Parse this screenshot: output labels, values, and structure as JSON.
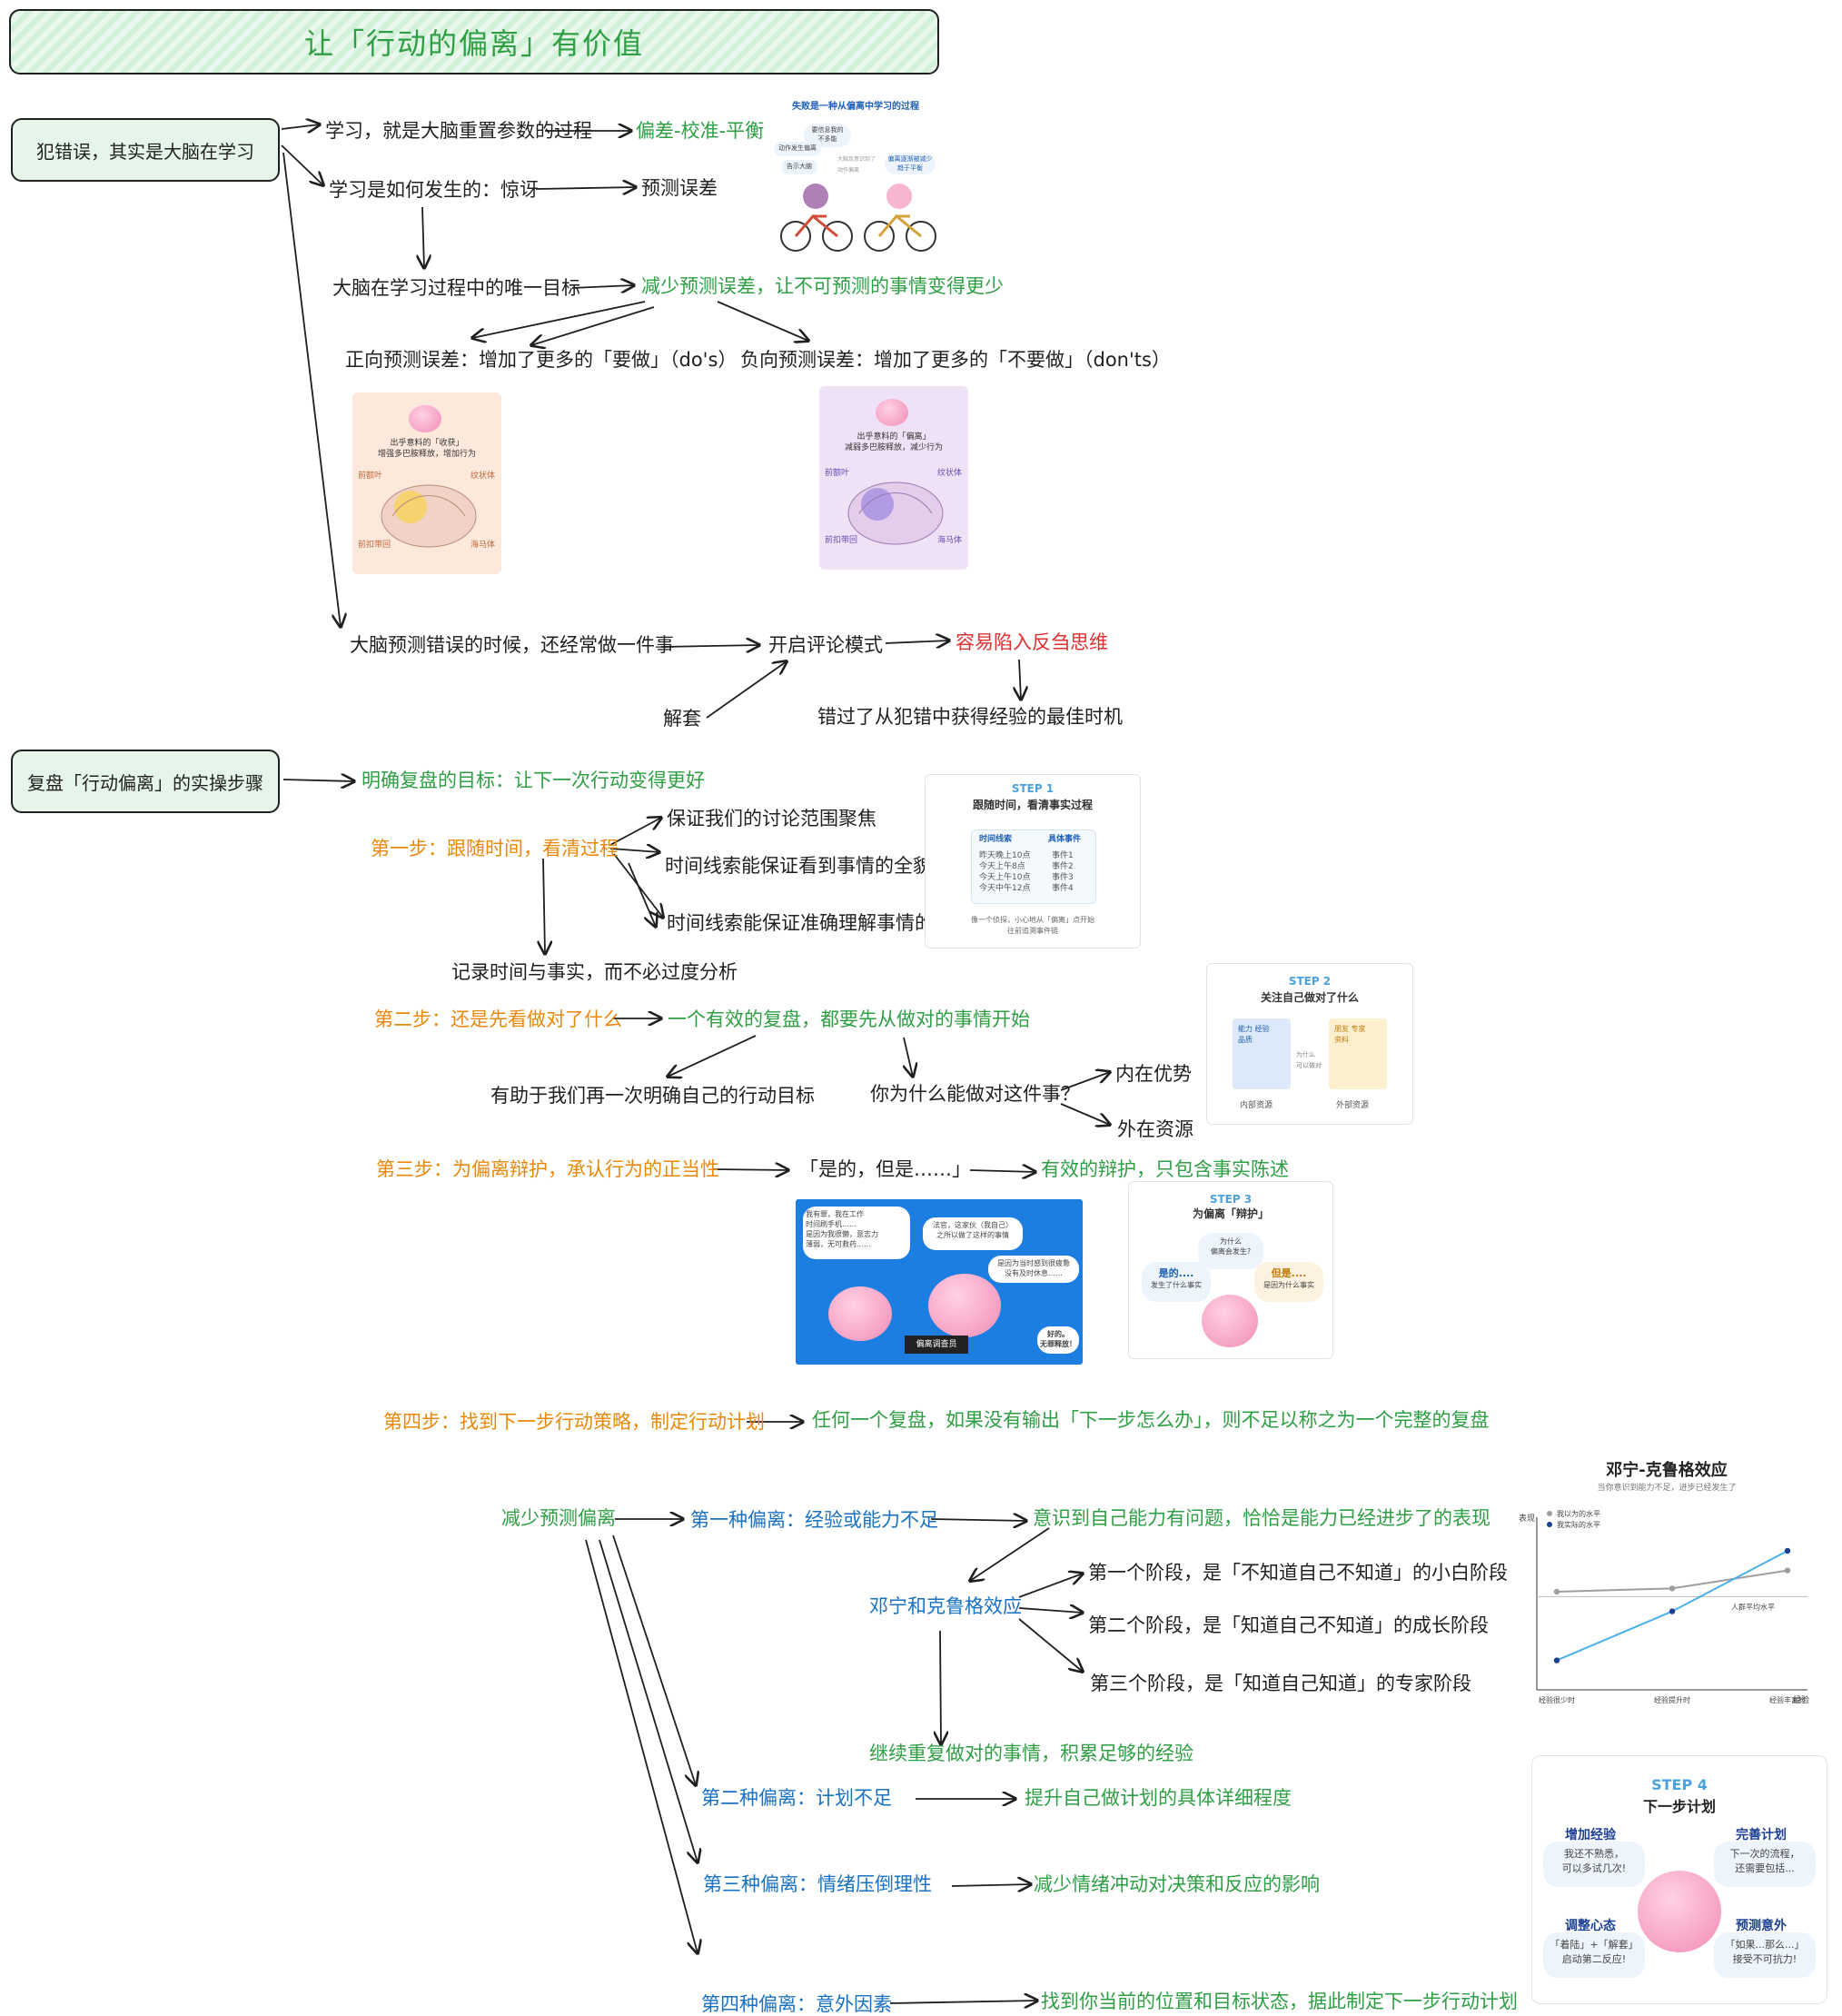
{
  "title": "让「行动的偏离」有价值",
  "section1": {
    "root": "犯错误，其实是大脑在学习",
    "learn_def": "学习，就是大脑重置参数的过程",
    "learn_def_result": "偏差-校准-平衡",
    "how_learn": "学习是如何发生的：惊讶",
    "how_learn_result": "预测误差",
    "goal": "大脑在学习过程中的唯一目标",
    "goal_result": "减少预测误差，让不可预测的事情变得更少",
    "positive": "正向预测误差：增加了更多的「要做」（do's）",
    "negative": "负向预测误差：增加了更多的「不要做」（don'ts）",
    "wrong": "大脑预测错误的时候，还经常做一件事",
    "comment_mode": "开启评论模式",
    "rumination": "容易陷入反刍思维",
    "missed": "错过了从犯错中获得经验的最佳时机",
    "jietao": "解套"
  },
  "fail_card": {
    "title": "失败是一种从偏离中学习的过程",
    "b1": "要信息我的\n不多能",
    "b2": "动作发生偏离",
    "b3": "告示大脑",
    "b4": "大脑及意识到了\n动作偏离",
    "b5": "偏离逐渐被减少\n趋于平衡"
  },
  "pos_card": {
    "head": "出乎意料的「收获」\n增强多巴胺释放，增加行为",
    "l1": "前额叶",
    "l2": "纹状体",
    "l3": "前扣带回",
    "l4": "海马体"
  },
  "neg_card": {
    "head": "出乎意料的「偏离」\n减弱多巴胺释放，减少行为",
    "l1": "前额叶",
    "l2": "纹状体",
    "l3": "前扣带回",
    "l4": "海马体"
  },
  "section2": {
    "root": "复盘「行动偏离」的实操步骤",
    "aim": "明确复盘的目标：让下一次行动变得更好",
    "step1": "第一步：跟随时间，看清过程",
    "step1_a": "保证我们的讨论范围聚焦",
    "step1_b": "时间线索能保证看到事情的全貌",
    "step1_c": "时间线索能保证准确理解事情的逻辑",
    "step1_d": "记录时间与事实，而不必过度分析",
    "step2": "第二步：还是先看做对了什么",
    "step2_a": "一个有效的复盘，都要先从做对的事情开始",
    "step2_b": "有助于我们再一次明确自己的行动目标",
    "step2_c": "你为什么能做对这件事？",
    "step2_d": "内在优势",
    "step2_e": "外在资源",
    "step3": "第三步：为偏离辩护，承认行为的正当性",
    "step3_a": "「是的，但是……」",
    "step3_b": "有效的辩护，只包含事实陈述",
    "step4": "第四步：找到下一步行动策略，制定行动计划",
    "step4_a": "任何一个复盘，如果没有输出「下一步怎么办」，则不足以称之为一个完整的复盘",
    "reduce": "减少预测偏离",
    "dev1": "第一种偏离：经验或能力不足",
    "dev1_a": "意识到自己能力有问题，恰恰是能力已经进步了的表现",
    "dk": "邓宁和克鲁格效应",
    "dk_1": "第一个阶段，是「不知道自己不知道」的小白阶段",
    "dk_2": "第二个阶段，是「知道自己不知道」的成长阶段",
    "dk_3": "第三个阶段，是「知道自己知道」的专家阶段",
    "dk_next": "继续重复做对的事情，积累足够的经验",
    "dev2": "第二种偏离：计划不足",
    "dev2_a": "提升自己做计划的具体详细程度",
    "dev3": "第三种偏离：情绪压倒理性",
    "dev3_a": "减少情绪冲动对决策和反应的影响",
    "dev4": "第四种偏离：意外因素",
    "dev4_a": "找到你当前的位置和目标状态，据此制定下一步行动计划"
  },
  "step1_card": {
    "step": "STEP 1",
    "title": "跟随时间，看清事实过程",
    "col1": "时间线索",
    "col2": "具体事件",
    "rows": [
      "昨天晚上10点",
      "今天上午8点",
      "今天上午10点",
      "今天中午12点"
    ],
    "events": [
      "事件1",
      "事件2",
      "事件3",
      "事件4"
    ],
    "note": "像一个侦探，小心地从「偏离」点开始\n往前追溯事件链"
  },
  "step2_card": {
    "step": "STEP 2",
    "title": "关注自己做对了什么",
    "a": "能力 经验\n品质",
    "b": "朋友 专家\n资料",
    "mid": "为什么\n可以做对",
    "la": "内部资源",
    "lb": "外部资源"
  },
  "comic": {
    "b1": "我有罪，我在工作\n时间刷手机……\n是因为我很懒，意志力\n薄弱，无可救药……",
    "b2": "法官，这家伙（我自己）\n之所以做了这样的事情",
    "b3": "是因为当时感到很疲惫\n没有及时休息……",
    "b4": "好的。\n无罪释放！",
    "sign": "偏离调查员"
  },
  "step3_card": {
    "step": "STEP 3",
    "title": "为偏离「辩护」",
    "q": "为什么\n偏离会发生?",
    "yes": "是的....",
    "yes_sub": "发生了什么事实",
    "but": "但是....",
    "but_sub": "是因为什么事实"
  },
  "dk_chart": {
    "type": "line",
    "title": "邓宁-克鲁格效应",
    "subtitle": "当你意识到能力不足，进步已经发生了",
    "ylabel": "表现",
    "xlabel": "经验",
    "categories": [
      "经验很少时",
      "经验提升时",
      "经验丰富时"
    ],
    "series": [
      {
        "name": "我以为的水平",
        "values": [
          60,
          62,
          73
        ],
        "color": "#9e9e9e"
      },
      {
        "name": "我实际的水平",
        "values": [
          18,
          48,
          85
        ],
        "color": "#1c3f94"
      }
    ],
    "baseline_label": "人群平均水平",
    "baseline": 57,
    "ylim": [
      0,
      100
    ]
  },
  "step4_card": {
    "step": "STEP 4",
    "title": "下一步计划",
    "t1": "增加经验",
    "d1": "我还不熟悉，\n可以多试几次!",
    "t2": "完善计划",
    "d2": "下一次的流程，\n还需要包括...",
    "t3": "调整心态",
    "d3": "「着陆」+「解套」\n启动第二反应!",
    "t4": "预测意外",
    "d4": "「如果...那么...」\n接受不可抗力!"
  }
}
